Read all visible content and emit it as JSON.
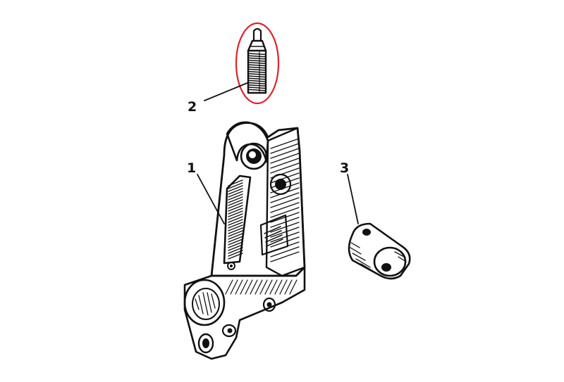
{
  "callouts": {
    "part1": "1",
    "part2": "2",
    "part3": "3"
  },
  "highlight": {
    "color": "#e0242c",
    "target": "part2"
  },
  "colors": {
    "ink": "#111111",
    "background": "#ffffff"
  }
}
